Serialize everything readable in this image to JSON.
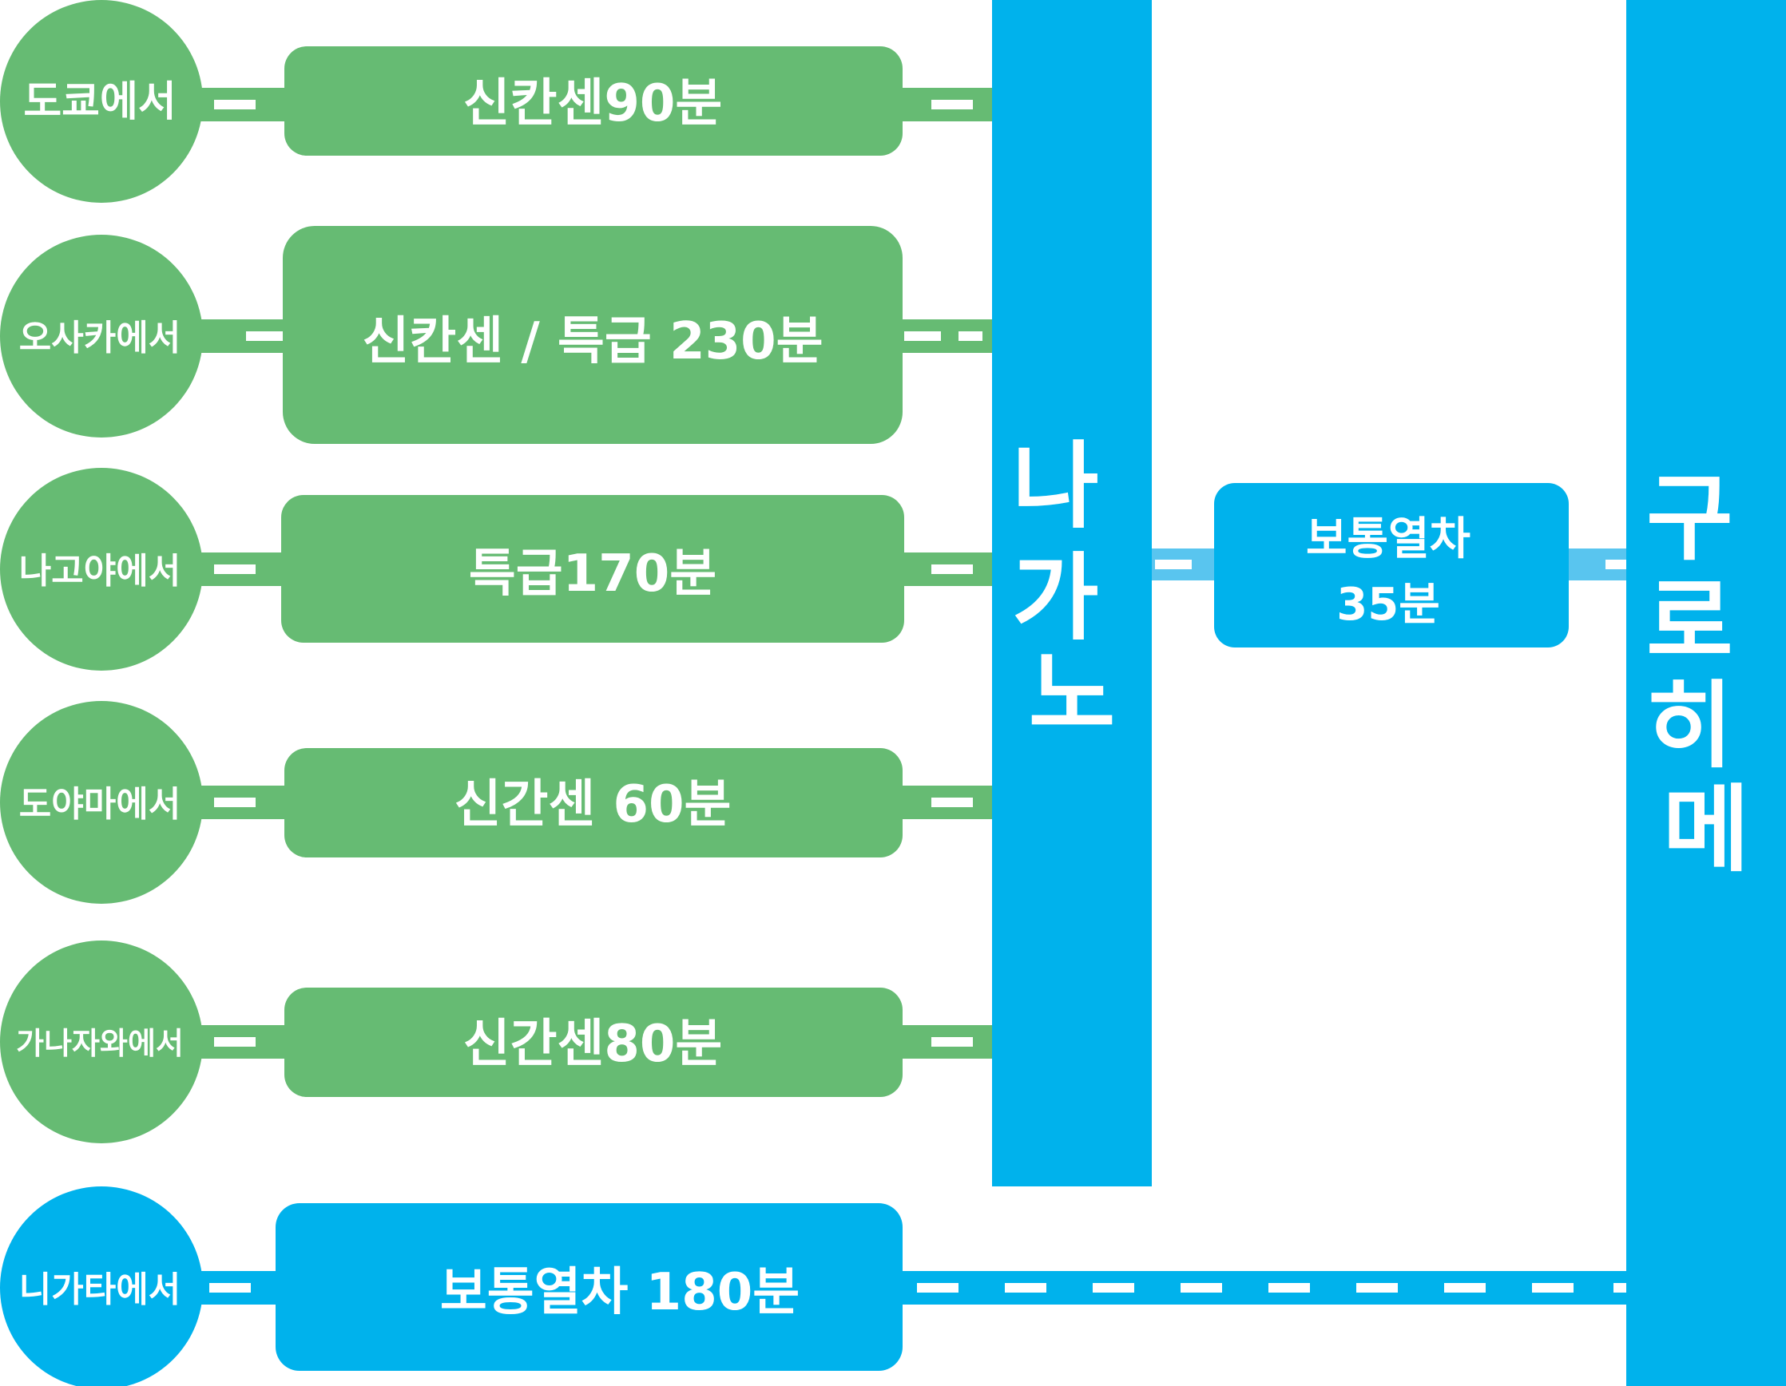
{
  "colors": {
    "green": "#66bb73",
    "blue": "#00b2ec",
    "light_blue": "#59c5ef",
    "white": "#ffffff"
  },
  "stations": {
    "nagano": "나가노",
    "kurohime": "구로히메"
  },
  "routes": [
    {
      "origin": "도쿄에서",
      "service": "신칸센90분",
      "color": "green"
    },
    {
      "origin": "오사카에서",
      "service": "신칸센 / 특급 230분",
      "color": "green"
    },
    {
      "origin": "나고야에서",
      "service": "특급170분",
      "color": "green"
    },
    {
      "origin": "도야마에서",
      "service": "신간센 60분",
      "color": "green"
    },
    {
      "origin": "가나자와에서",
      "service": "신간센80분",
      "color": "green"
    },
    {
      "origin": "니가타에서",
      "service": "보통열차 180분",
      "color": "blue"
    }
  ],
  "connector": {
    "line1": "보통열차",
    "line2": "35분"
  }
}
